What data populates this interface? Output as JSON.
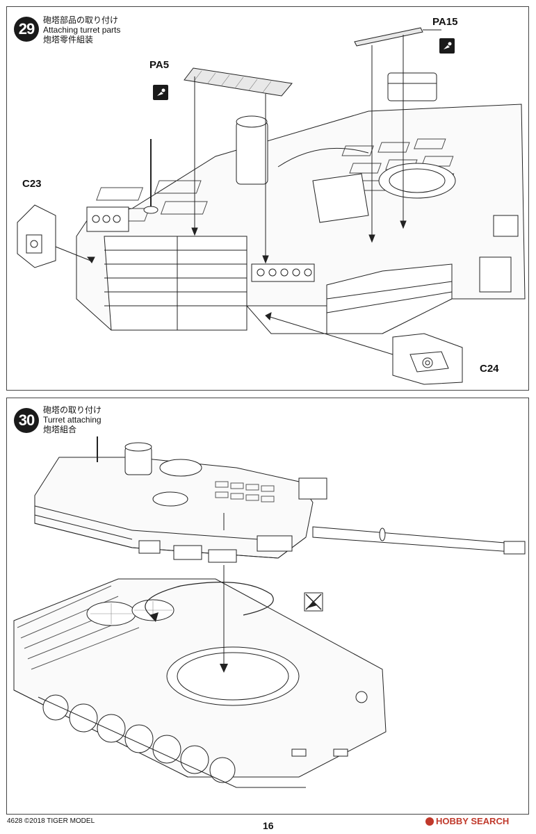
{
  "step29": {
    "number": "29",
    "title_jp": "砲塔部品の取り付け",
    "title_en": "Attaching turret parts",
    "title_cn": "炮塔零件組装",
    "parts": {
      "pa5": "PA5",
      "pa15": "PA15",
      "c23": "C23",
      "c24": "C24"
    }
  },
  "step30": {
    "number": "30",
    "title_jp": "砲塔の取り付け",
    "title_en": "Turret attaching",
    "title_cn": "炮塔組合"
  },
  "footer": {
    "left": "4628 ©2018  TIGER MODEL",
    "page": "16",
    "logo": "HOBBY SEARCH"
  },
  "icons": {
    "glue": "glue-drop-icon",
    "no_glue": "no-glue-icon",
    "rotate": "rotate-arrow-icon"
  }
}
